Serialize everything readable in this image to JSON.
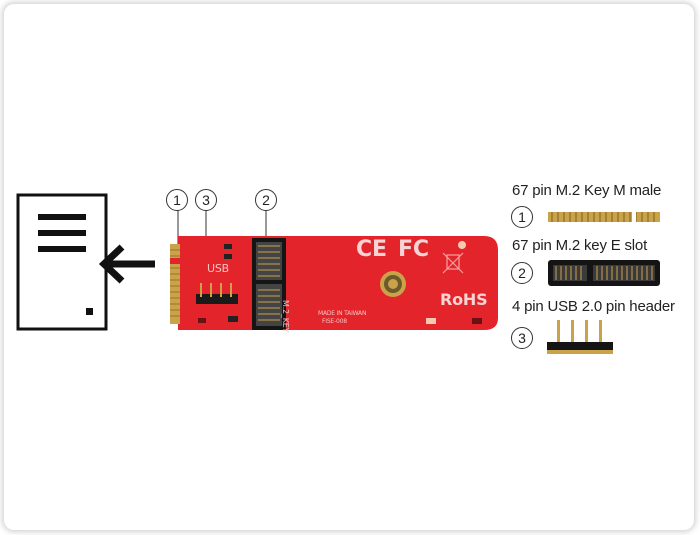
{
  "callouts": [
    "1",
    "3",
    "2"
  ],
  "legend": [
    {
      "num": "1",
      "label": "67 pin M.2 Key M male",
      "icon": "m2-edge-connector-icon"
    },
    {
      "num": "2",
      "label": "67 pin M.2 key E slot",
      "icon": "m2-slot-icon"
    },
    {
      "num": "3",
      "label": "4 pin USB 2.0 pin header",
      "icon": "pin-header-icon"
    }
  ],
  "pcb": {
    "marking_usb": "USB",
    "marking_key": "M.2_KEY",
    "marking_made": "MADE IN TAIWAN",
    "marking_model": "FISE-008",
    "marking_rohs": "RoHS",
    "marking_ce": "CE",
    "marking_fc": "FC"
  },
  "colors": {
    "pcb_red": "#e3242b",
    "pcb_dark_red": "#b51b21",
    "gold": "#c9a24a",
    "icon_black": "#111111"
  },
  "icons": [
    "document-icon",
    "arrow-left-icon"
  ]
}
